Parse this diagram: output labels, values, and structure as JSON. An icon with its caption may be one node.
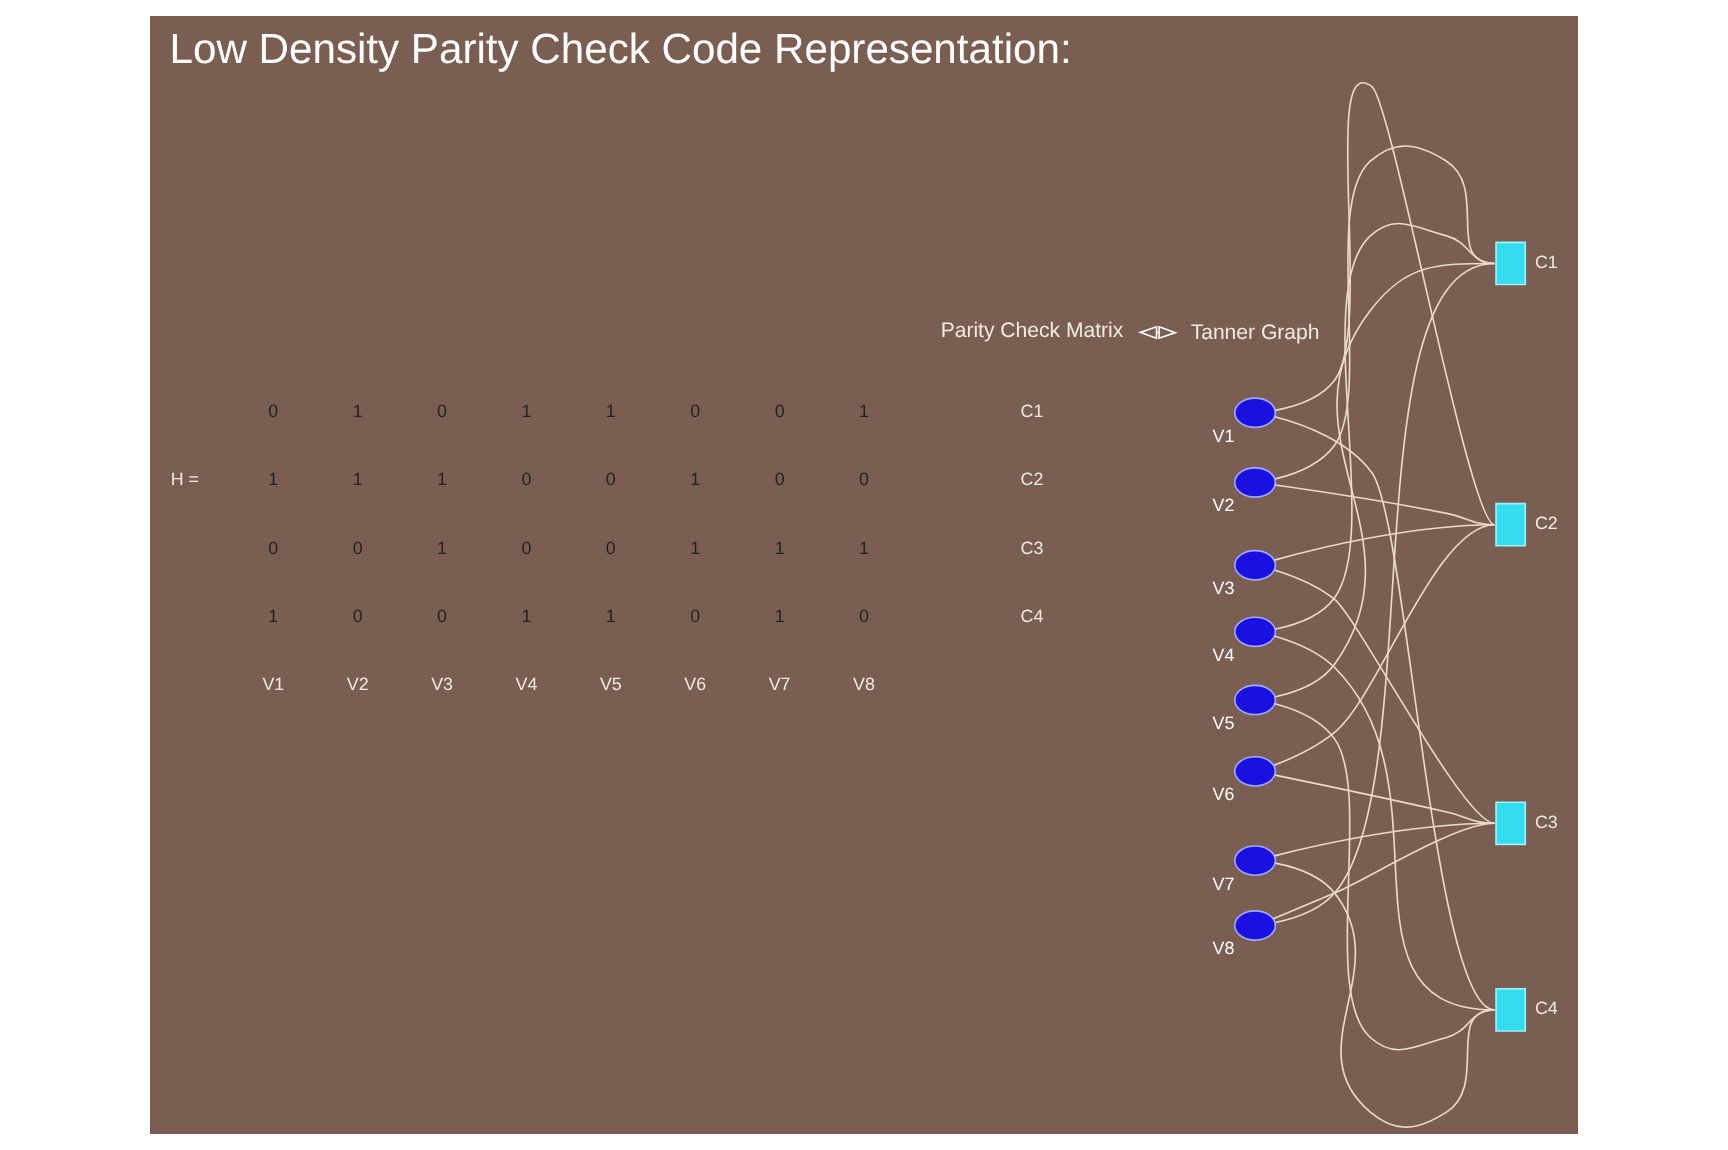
{
  "diagram": {
    "title": "Low Density Parity Check Code Representation:",
    "nodes": [
      {
        "text": [
          "Parity Check Matrix"
        ]
      },
      {
        "text": [
          "Tanner Graph"
        ]
      },
      {
        "text": [],
        "shape": "circle",
        "beside": [
          "V1"
        ]
      },
      {
        "text": [],
        "shape": "circle",
        "beside": [
          "V2"
        ]
      },
      {
        "text": [],
        "shape": "circle",
        "beside": [
          "V3"
        ]
      },
      {
        "text": [],
        "shape": "circle",
        "beside": [
          "V4"
        ]
      },
      {
        "text": [],
        "shape": "circle",
        "beside": [
          "V5"
        ]
      },
      {
        "text": [],
        "shape": "circle",
        "beside": [
          "V6"
        ]
      },
      {
        "text": [],
        "shape": "circle",
        "beside": [
          "V7"
        ]
      },
      {
        "text": [],
        "shape": "circle",
        "beside": [
          "V8"
        ]
      },
      {
        "text": [],
        "shape": "box",
        "beside": [
          "C1"
        ]
      },
      {
        "text": [],
        "shape": "box",
        "beside": [
          "C2"
        ]
      },
      {
        "text": [],
        "shape": "box",
        "beside": [
          "C3"
        ]
      },
      {
        "text": [],
        "shape": "box",
        "beside": [
          "C4"
        ]
      }
    ],
    "edges": [
      {
        "from": 0,
        "to": 1,
        "arrow": "both"
      },
      {
        "from": 3,
        "to": 10,
        "arrow": "none"
      },
      {
        "from": 5,
        "to": 10,
        "arrow": "none"
      },
      {
        "from": 6,
        "to": 10,
        "arrow": "none"
      },
      {
        "from": 9,
        "to": 10,
        "arrow": "none"
      },
      {
        "from": 2,
        "to": 11,
        "arrow": "none"
      },
      {
        "from": 3,
        "to": 11,
        "arrow": "none"
      },
      {
        "from": 4,
        "to": 11,
        "arrow": "none"
      },
      {
        "from": 7,
        "to": 11,
        "arrow": "none"
      },
      {
        "from": 4,
        "to": 12,
        "arrow": "none"
      },
      {
        "from": 7,
        "to": 12,
        "arrow": "none"
      },
      {
        "from": 8,
        "to": 12,
        "arrow": "none"
      },
      {
        "from": 9,
        "to": 12,
        "arrow": "none"
      },
      {
        "from": 2,
        "to": 13,
        "arrow": "none"
      },
      {
        "from": 5,
        "to": 13,
        "arrow": "none"
      },
      {
        "from": 6,
        "to": 13,
        "arrow": "none"
      },
      {
        "from": 8,
        "to": 13,
        "arrow": "none"
      }
    ],
    "labels": [
      "H =",
      "0",
      "1",
      "0",
      "1",
      "1",
      "0",
      "0",
      "1",
      "C1",
      "1",
      "1",
      "1",
      "0",
      "0",
      "1",
      "0",
      "0",
      "C2",
      "0",
      "0",
      "1",
      "0",
      "0",
      "1",
      "1",
      "1",
      "C3",
      "1",
      "0",
      "0",
      "1",
      "1",
      "0",
      "1",
      "0",
      "C4",
      "V1",
      "V2",
      "V3",
      "V4",
      "V5",
      "V6",
      "V7",
      "V8"
    ]
  }
}
